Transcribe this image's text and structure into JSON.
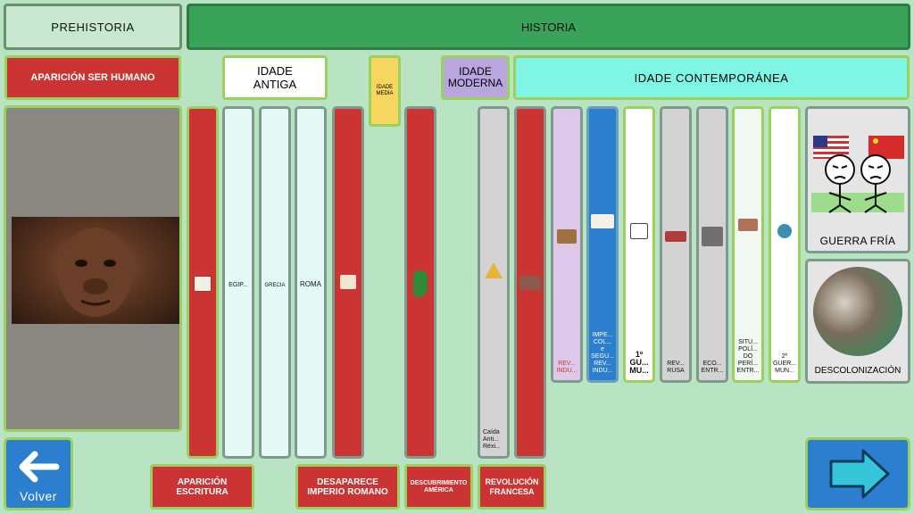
{
  "header": {
    "prehistory": "PREHISTORIA",
    "history": "HISTORIA"
  },
  "eras": {
    "appearance": "APARICIÓN SER HUMANO",
    "ancient": "IDADE\nANTIGA",
    "middle": "IDADE\nMEDIA",
    "modern": "IDADE\nMODERNA",
    "contemporary": "IDADE CONTEMPORÁNEA"
  },
  "columns": {
    "egypt": "EGIP...",
    "greece": "GRECIA",
    "rome": "ROMA",
    "fall_old_regime": "Caída\nAnti...\nRéxi...",
    "ind_rev": "REV...\nINDU...",
    "imperialism": "IMPE...\nCOL...\ne\nSEGU...\nREV...\nINDU...",
    "ww1": "1º\nGU...\nMU...",
    "russian_rev": "REV...\nRUSA",
    "economy": "ECO...\nENTR...",
    "politics": "SITU...\nPOLÍ...\nDO\nPERÍ...\nENTR...",
    "ww2": "2º\nGUER...\nMUN..."
  },
  "cards": {
    "cold_war": "GUERRA FRÍA",
    "decolonization": "DESCOLONIZACIÓN"
  },
  "events": {
    "writing": "APARICIÓN\nESCRITURA",
    "rome_fall": "DESAPARECE\nIMPERIO ROMANO",
    "america": "DESCUBRIMIENTO\nAMÉRICA",
    "french_rev": "REVOLUCIÓN\nFRANCESA"
  },
  "nav": {
    "back": "Volver",
    "back_icon": "arrow-left-icon",
    "next_icon": "arrow-right-icon"
  },
  "colors": {
    "background": "#b9e4c3",
    "history": "#3aa35a",
    "red": "#cc3333",
    "contemporary": "#7ff5e3",
    "modern": "#b9a6df",
    "middle": "#f6d65e",
    "blue": "#2c7fce"
  }
}
